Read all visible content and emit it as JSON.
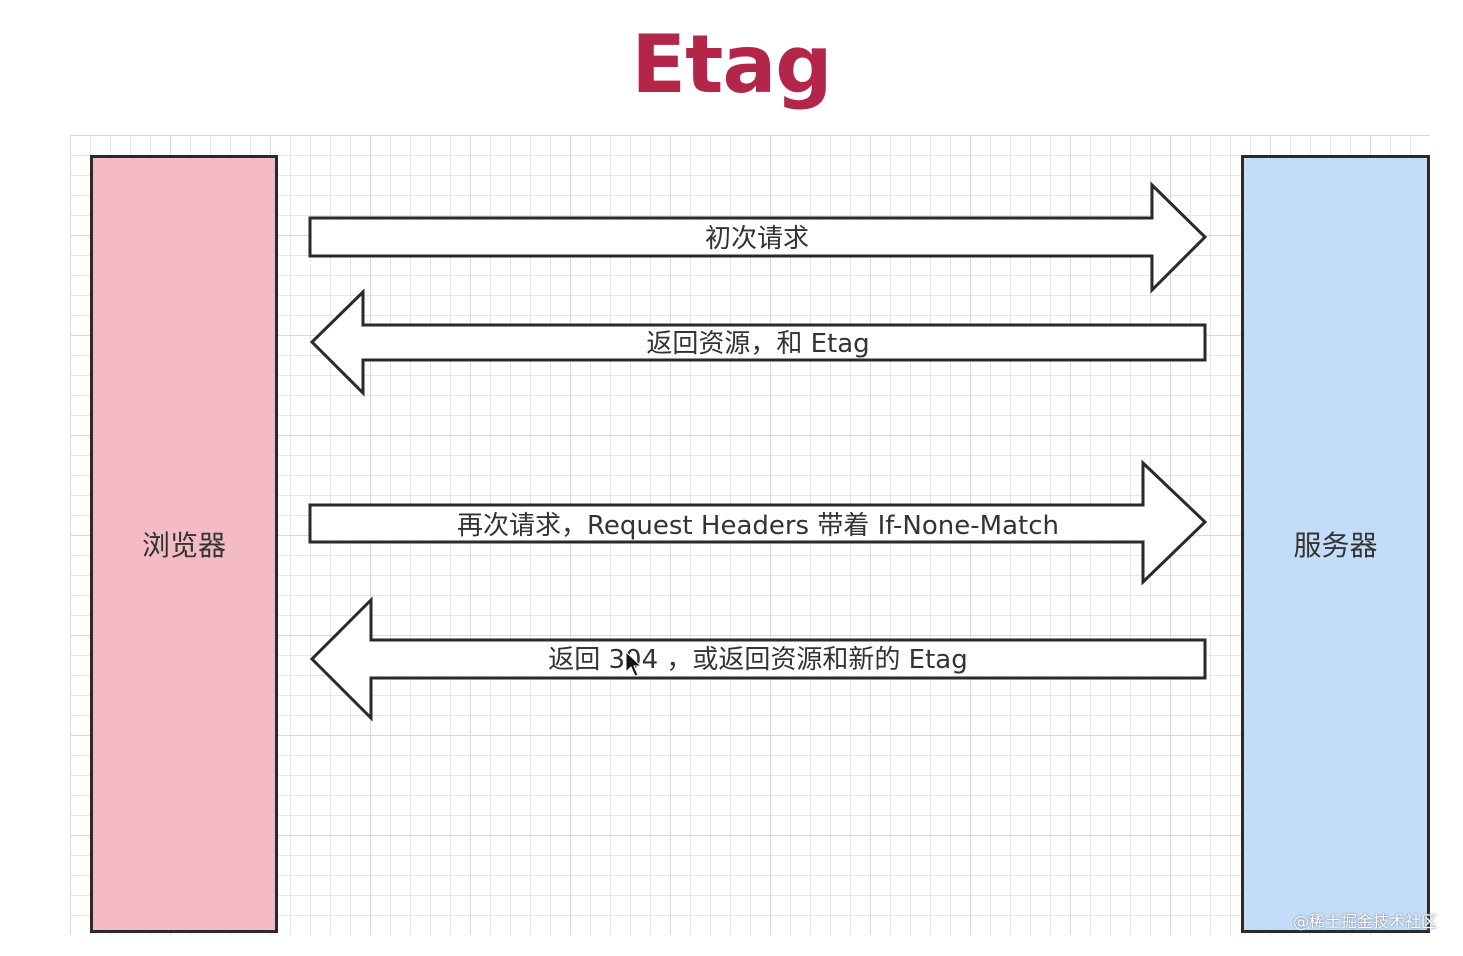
{
  "title": "Etag",
  "nodes": {
    "browser": "浏览器",
    "server": "服务器"
  },
  "arrows": [
    {
      "direction": "right",
      "label": "初次请求"
    },
    {
      "direction": "left",
      "label": "返回资源，和 Etag"
    },
    {
      "direction": "right",
      "label": "再次请求，Request Headers 带着 If-None-Match"
    },
    {
      "direction": "left",
      "label": "返回 304 ，或返回资源和新的 Etag"
    }
  ],
  "watermark": "@稀土掘金技术社区",
  "colors": {
    "title": "#b3264a",
    "browser_fill": "#f4bbc4",
    "server_fill": "#c3dcf7",
    "stroke": "#2a2a2a"
  }
}
